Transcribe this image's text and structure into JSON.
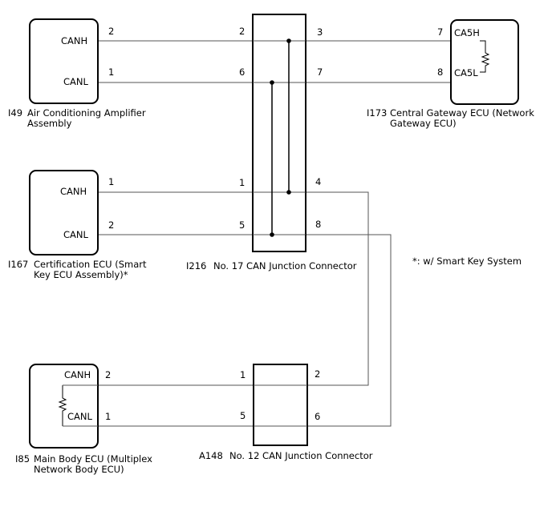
{
  "ecus": {
    "ac_amp": {
      "code": "I49",
      "name_line1": "Air Conditioning Amplifier",
      "name_line2": "Assembly",
      "pin_h": "CANH",
      "pin_l": "CANL",
      "num_h": "2",
      "num_l": "1"
    },
    "gateway": {
      "code": "I173",
      "name_line1": "Central Gateway ECU (Network",
      "name_line2": "Gateway ECU)",
      "pin_h": "CA5H",
      "pin_l": "CA5L",
      "num_h": "7",
      "num_l": "8"
    },
    "cert": {
      "code": "I167",
      "name_line1": "Certification ECU (Smart",
      "name_line2": "Key ECU Assembly)*",
      "pin_h": "CANH",
      "pin_l": "CANL",
      "num_h": "1",
      "num_l": "2"
    },
    "body": {
      "code": "I85",
      "name_line1": "Main Body ECU (Multiplex",
      "name_line2": "Network Body ECU)",
      "pin_h": "CANH",
      "pin_l": "CANL",
      "num_h": "2",
      "num_l": "1"
    }
  },
  "junctions": {
    "j17": {
      "code": "I216",
      "name": "No. 17 CAN Junction Connector",
      "left_pins": [
        "2",
        "6",
        "1",
        "5"
      ],
      "right_pins": [
        "3",
        "7",
        "4",
        "8"
      ]
    },
    "j12": {
      "code": "A148",
      "name": "No. 12 CAN Junction Connector",
      "left_pins": [
        "1",
        "5"
      ],
      "right_pins": [
        "2",
        "6"
      ]
    }
  },
  "footnote": "*: w/ Smart Key System"
}
